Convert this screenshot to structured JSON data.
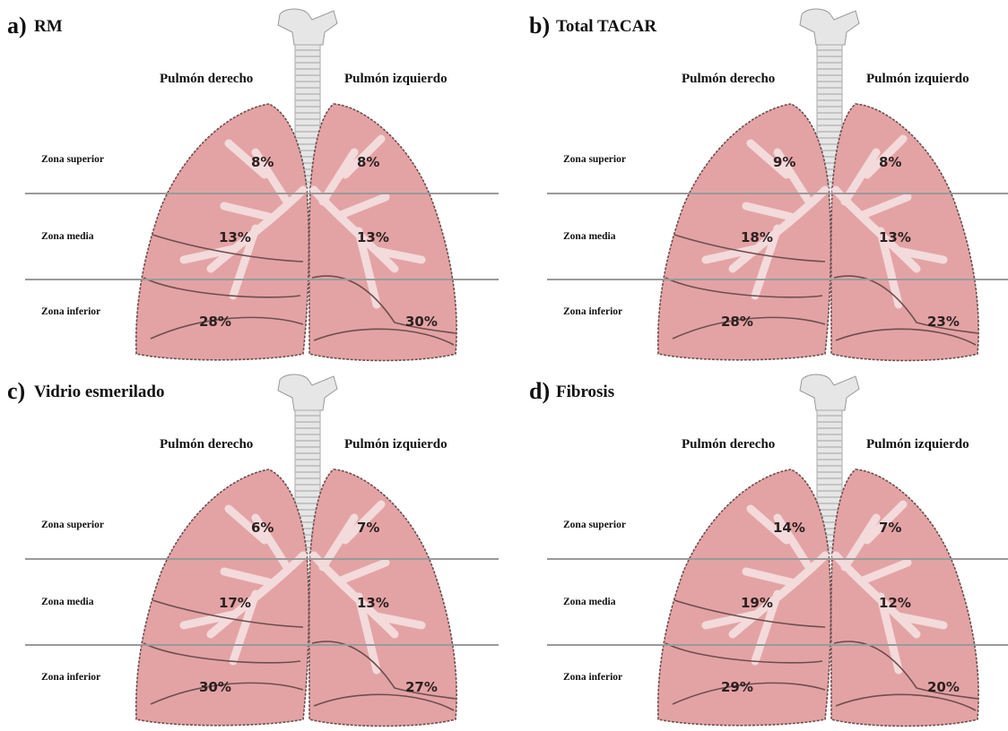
{
  "header_right": "Pulmón derecho",
  "header_left": "Pulmón izquierdo",
  "zones": {
    "upper": "Zona superior",
    "middle": "Zona media",
    "lower": "Zona inferior"
  },
  "colors": {
    "lung_fill": "#e3a3a5",
    "lung_outline": "#6e4e4e",
    "airway": "#f3dadb",
    "trachea": "#e6e6e6",
    "divider": "#9a9a9a"
  },
  "panels": [
    {
      "letter": "a)",
      "title": "RM",
      "right": {
        "upper": "8%",
        "middle": "13%",
        "lower": "28%"
      },
      "left": {
        "upper": "8%",
        "middle": "13%",
        "lower": "30%"
      }
    },
    {
      "letter": "b)",
      "title": "Total TACAR",
      "right": {
        "upper": "9%",
        "middle": "18%",
        "lower": "28%"
      },
      "left": {
        "upper": "8%",
        "middle": "13%",
        "lower": "23%"
      }
    },
    {
      "letter": "c)",
      "title": "Vidrio esmerilado",
      "right": {
        "upper": "6%",
        "middle": "17%",
        "lower": "30%"
      },
      "left": {
        "upper": "7%",
        "middle": "13%",
        "lower": "27%"
      }
    },
    {
      "letter": "d)",
      "title": "Fibrosis",
      "right": {
        "upper": "14%",
        "middle": "19%",
        "lower": "29%"
      },
      "left": {
        "upper": "7%",
        "middle": "12%",
        "lower": "20%"
      }
    }
  ]
}
